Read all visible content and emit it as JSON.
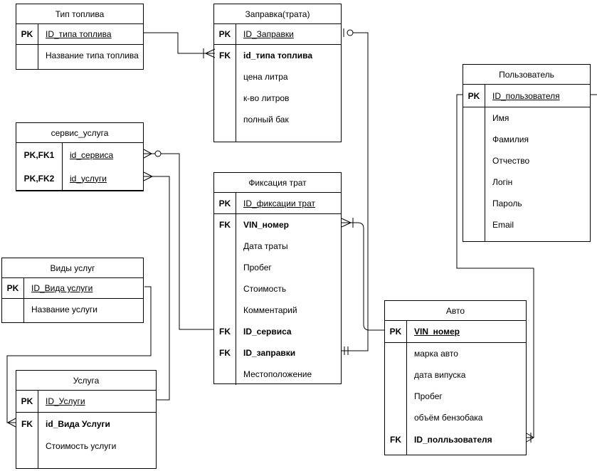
{
  "colors": {
    "line": "#000000",
    "background": "#ffffff"
  },
  "tables": {
    "fuel_type": {
      "title": "Тип топлива",
      "rows": [
        {
          "key": "PK",
          "attr": "ID_типа топлива"
        },
        {
          "key": "",
          "attr": "Название типа топлива"
        }
      ]
    },
    "zapravka": {
      "title": "Заправка(трата)",
      "rows": [
        {
          "key": "PK",
          "attr": "ID_Заправки"
        },
        {
          "key": "FK",
          "attr": "id_типа топлива"
        },
        {
          "key": "",
          "attr": "цена литра"
        },
        {
          "key": "",
          "attr": "к-во литров"
        },
        {
          "key": "",
          "attr": "полный бак"
        }
      ]
    },
    "polzovatel": {
      "title": "Пользователь",
      "rows": [
        {
          "key": "PK",
          "attr": "ID_пользователя"
        },
        {
          "key": "",
          "attr": "Имя"
        },
        {
          "key": "",
          "attr": "Фамилия"
        },
        {
          "key": "",
          "attr": "Отчество"
        },
        {
          "key": "",
          "attr": "Логін"
        },
        {
          "key": "",
          "attr": "Пароль"
        },
        {
          "key": "",
          "attr": "Email"
        }
      ]
    },
    "servis_usluga": {
      "title": "сервис_услуга",
      "rows": [
        {
          "key": "PK,FK1",
          "attr": "id_сервиса"
        },
        {
          "key": "PK,FK2",
          "attr": "id_услуги"
        }
      ]
    },
    "fiksacia_trat": {
      "title": "Фиксация трат",
      "rows": [
        {
          "key": "PK",
          "attr": "ID_фиксации трат"
        },
        {
          "key": "FK",
          "attr": "VIN_номер"
        },
        {
          "key": "",
          "attr": "Дата траты"
        },
        {
          "key": "",
          "attr": "Пробег"
        },
        {
          "key": "",
          "attr": "Стоимость"
        },
        {
          "key": "",
          "attr": "Комментарий"
        },
        {
          "key": "FK",
          "attr": "ID_сервиса"
        },
        {
          "key": "FK",
          "attr": "ID_заправки"
        },
        {
          "key": "",
          "attr": "Местоположение"
        }
      ]
    },
    "vidy_uslug": {
      "title": "Виды услуг",
      "rows": [
        {
          "key": "PK",
          "attr": "ID_Вида услуги"
        },
        {
          "key": "",
          "attr": "Название услуги"
        }
      ]
    },
    "usluga": {
      "title": "Услуга",
      "rows": [
        {
          "key": "PK",
          "attr": "ID_Услуги"
        },
        {
          "key": "FK",
          "attr": "id_Вида Услуги"
        },
        {
          "key": "",
          "attr": "Стоимость услуги"
        }
      ]
    },
    "avto": {
      "title": "Авто",
      "rows": [
        {
          "key": "PK",
          "attr": "VIN_номер"
        },
        {
          "key": "",
          "attr": "марка авто"
        },
        {
          "key": "",
          "attr": "дата випуска"
        },
        {
          "key": "",
          "attr": "Пробег"
        },
        {
          "key": "",
          "attr": "объём бензобака"
        },
        {
          "key": "FK",
          "attr": "ID_полльзователя"
        }
      ]
    }
  },
  "relationships": [
    {
      "from": "Тип топлива.ID_типа топлива",
      "to": "Заправка(трата).id_типа топлива",
      "cardinality": "one-to-many"
    },
    {
      "from": "Заправка(трата).ID_Заправки",
      "to": "Фиксация трат.ID_заправки",
      "cardinality": "zero-or-one-to-one"
    },
    {
      "from": "Авто.VIN_номер",
      "to": "Фиксация трат.VIN_номер",
      "cardinality": "one-to-many"
    },
    {
      "from": "сервис_услуга.id_сервиса",
      "to": "Фиксация трат.ID_сервиса",
      "cardinality": "zero-or-many-to-one"
    },
    {
      "from": "Услуга.ID_Услуги",
      "to": "сервис_услуга.id_услуги",
      "cardinality": "one-to-many"
    },
    {
      "from": "Виды услуг.ID_Вида услуги",
      "to": "Услуга.id_Вида Услуги",
      "cardinality": "one-to-many"
    },
    {
      "from": "Пользователь.ID_пользователя",
      "to": "Авто.ID_полльзователя",
      "cardinality": "one-to-many"
    }
  ]
}
